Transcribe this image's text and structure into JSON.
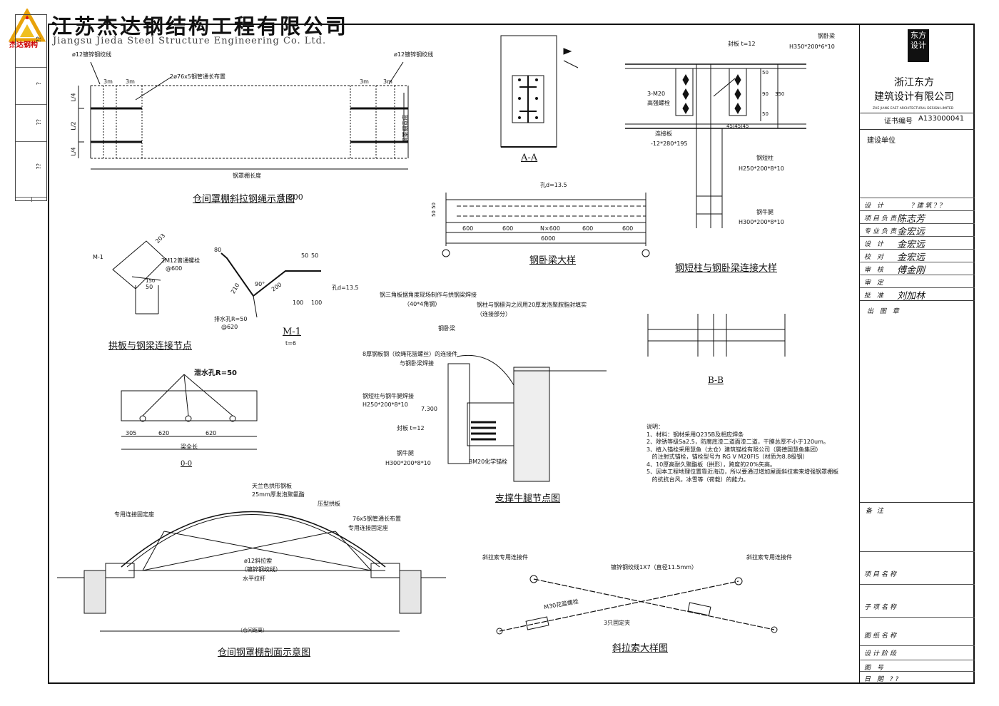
{
  "company": {
    "name_cn": "江苏杰达钢结构工程有限公司",
    "name_en": "Jiangsu Jieda Steel Structure Engineering Co. Ltd.",
    "logo_text": "杰达钢构"
  },
  "binding_strip": {
    "labels": [
      "??",
      "?",
      "??",
      "??",
      "?"
    ]
  },
  "titleblock": {
    "design_logo": "东方设计",
    "design_company_line1": "浙江东方",
    "design_company_line2": "建筑设计有限公司",
    "design_company_en": "ZHE JIANG EAST ARCHITECTURAL DESIGN LIMITED",
    "cert_label": "证书编号",
    "cert_no": "A133000041",
    "client_label": "建设单位",
    "rows": [
      {
        "label": "设  计",
        "sig": "?   建  筑   ?   ?"
      },
      {
        "label": "项目负责",
        "sig": "陈志芳"
      },
      {
        "label": "专业负责",
        "sig": "金宏远"
      },
      {
        "label": "设  计",
        "sig": "金宏远"
      },
      {
        "label": "校  对",
        "sig": "金宏远"
      },
      {
        "label": "审  核",
        "sig": "傅金刚"
      },
      {
        "label": "审  定",
        "sig": ""
      },
      {
        "label": "批  准",
        "sig": "刘加林"
      }
    ],
    "stage_label": "出 图 章",
    "note_label": "备  注",
    "bottom_rows": [
      "项目名称",
      "子项名称",
      "图纸名称",
      "设计阶段",
      "图  号",
      "日  期 ??"
    ]
  },
  "drawings": {
    "tension_diagram": {
      "title": "仓间罩棚斜拉钢绳示意图",
      "scale": "1:200",
      "left_cable": "ø12镀锌钢绞线",
      "right_cable": "ø12镀锌钢绞线",
      "pipe": "2ø76x5钢管通长布置",
      "dim_3m_a": "3m",
      "dim_3m_b": "3m",
      "dim_3m_c": "3m",
      "dim_3m_d": "3m",
      "l4_top": "L/4",
      "l2": "L/2",
      "l4_bot": "L/4",
      "width_label": "钢罩棚宽度",
      "length_label": "钢罩棚长度"
    },
    "section_aa": {
      "title": "A-A"
    },
    "beam_column": {
      "title": "钢短柱与钢卧梁连接大样",
      "stiffener": "封板 t=12",
      "beam_label": "钢卧梁",
      "beam_spec": "H350*200*6*10",
      "bolts": "3-M20",
      "bolts2": "高强螺栓",
      "plate": "连接板",
      "plate_spec": "-12*280*195",
      "column_label": "钢短柱",
      "column_spec": "H250*200*8*10",
      "bracket_label": "钢牛腿",
      "bracket_spec": "H300*200*8*10",
      "d50a": "50",
      "d50b": "50",
      "d90": "90",
      "d350": "350",
      "d45": "45|45|45"
    },
    "beam_elev": {
      "title": "钢卧梁大样",
      "hole": "孔d=13.5",
      "spans": [
        "600",
        "600",
        "N×600",
        "600",
        "600"
      ],
      "total": "6000",
      "left_dims": "50 50"
    },
    "plate_node": {
      "title": "拱板与钢梁连接节点",
      "m1": "M-1",
      "d203": "203",
      "bolt": "2M12普通螺栓",
      "at": "@600",
      "d50": "50",
      "d150": "150"
    },
    "m1_detail": {
      "title": "M-1",
      "t": "t=6",
      "hole": "孔d=13.5",
      "drain": "排水孔R=50",
      "drain_at": "@620",
      "dims": [
        "80",
        "50",
        "210",
        "90°",
        "200",
        "100",
        "100",
        "50",
        "50",
        "150"
      ]
    },
    "section_00": {
      "title": "0-0",
      "drain": "泄水孔R=50",
      "d305": "305",
      "d620a": "620",
      "d620b": "620",
      "length": "梁全长"
    },
    "bracket_node": {
      "title": "支撑牛腿节点图",
      "note1": "钢三角板据角度现场制作与拱钢梁焊接",
      "note1b": "（40*4角钢）",
      "note2": "钢柱与钢檩沟之间用20厚发泡聚胺脂封填实",
      "note2b": "（连接部分）",
      "beam": "钢卧梁",
      "note3": "8厚钢板钢（纹绳花篮螺丝）的连接件",
      "note3b": "与钢卧梁焊接",
      "col": "钢短柱与钢牛腿焊接",
      "col_spec": "H250*200*8*10",
      "elev": "7.300",
      "stiff": "封板 t=12",
      "brk": "钢牛腿",
      "brk_spec": "H300*200*8*10",
      "anchor": "8M20化学锚栓"
    },
    "section_bb": {
      "title": "B-B"
    },
    "notes": {
      "head": "说明：",
      "lines": [
        "1、材料：钢材采用Q235B及相应焊条",
        "2、除锈等级Sa2.5，防腐底漆二道面漆二道，干膜总厚不小于120um。",
        "3、植入锚栓采用慧鱼（太仓）建筑锚栓有限公司（属德国慧鱼集团）",
        "   的注射式锚栓，锚栓型号为 RG V M20FIS（材质为8.8级钢）",
        "4、10厚高耐久聚酯板（拱形），跨度的20%矢高。",
        "5、因本工程地理位置靠近海边，所以要通过增加屋面斜拉索来增强钢罩棚板",
        "   的抗抗台风，冰雪等（荷载）的能力。"
      ]
    },
    "shed_section": {
      "title": "仓间钢罩棚剖面示意图",
      "l1": "天兰色拱形钢板",
      "l1b": "25mm厚发泡聚氨酯",
      "l2": "压型拱板",
      "l3": "专用连接固定座",
      "l4": "76x5钢管通长布置",
      "l4b": "专用连接固定座",
      "l5": "ø12斜拉索",
      "l5b": "（镀锌钢绞线）",
      "l6": "水平拉杆",
      "span": "（仓间距离）"
    },
    "cable_detail": {
      "title": "斜拉索大样图",
      "left": "斜拉索专用连接件",
      "right": "斜拉索专用连接件",
      "wire": "镀锌钢绞线1X7（直径11.5mm）",
      "turnbuckle": "M30花篮螺栓",
      "clamp": "3只固定夹"
    }
  }
}
